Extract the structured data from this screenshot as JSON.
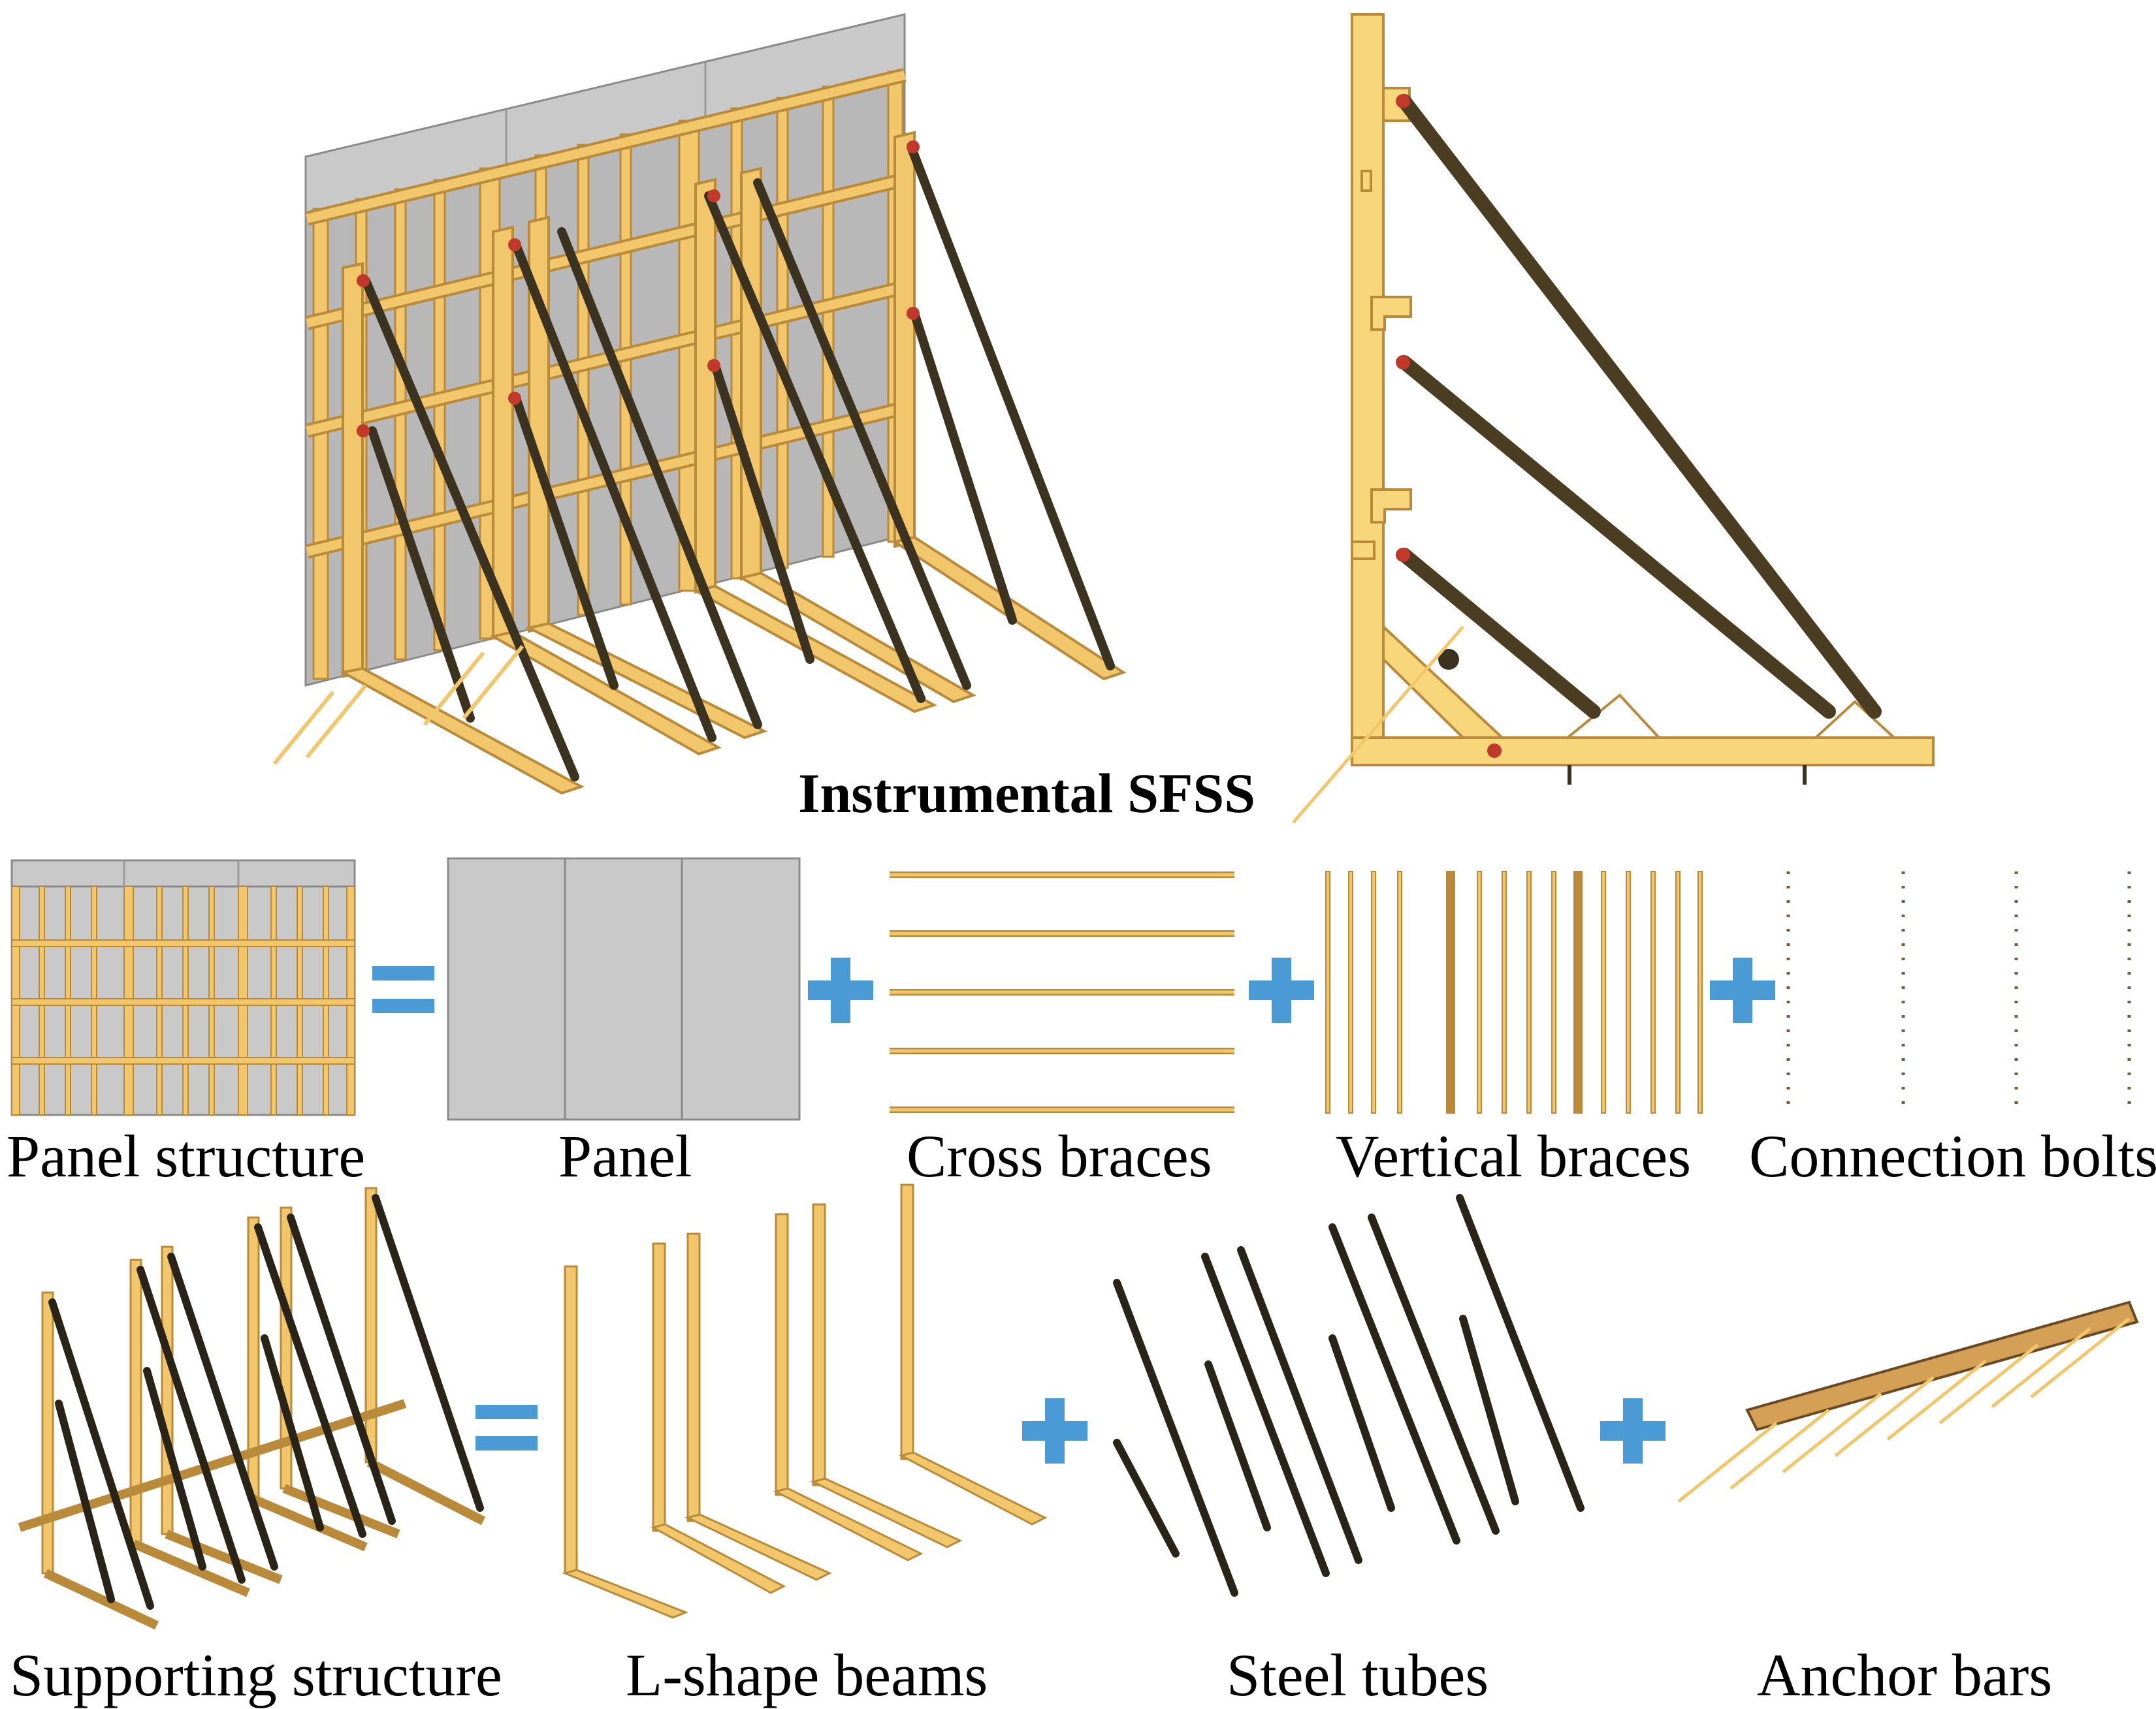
{
  "title": "Instrumental SFSS",
  "row1_labels": {
    "panel_structure": "Panel structure",
    "panel": "Panel",
    "cross_braces": "Cross braces",
    "vertical_braces": "Vertical braces",
    "connection_bolts": "Connection bolts"
  },
  "row2_labels": {
    "supporting_structure": "Supporting structure",
    "l_shape_beams": "L-shape beams",
    "steel_tubes": "Steel tubes",
    "anchor_bars": "Anchor bars"
  },
  "colors": {
    "timber": "#f2c66b",
    "timber_edge": "#b98a3a",
    "tube": "#3b3220",
    "panel_gray": "#c9c9c9",
    "operator_blue": "#4a9ad6",
    "bolt_red": "#c0392b"
  }
}
